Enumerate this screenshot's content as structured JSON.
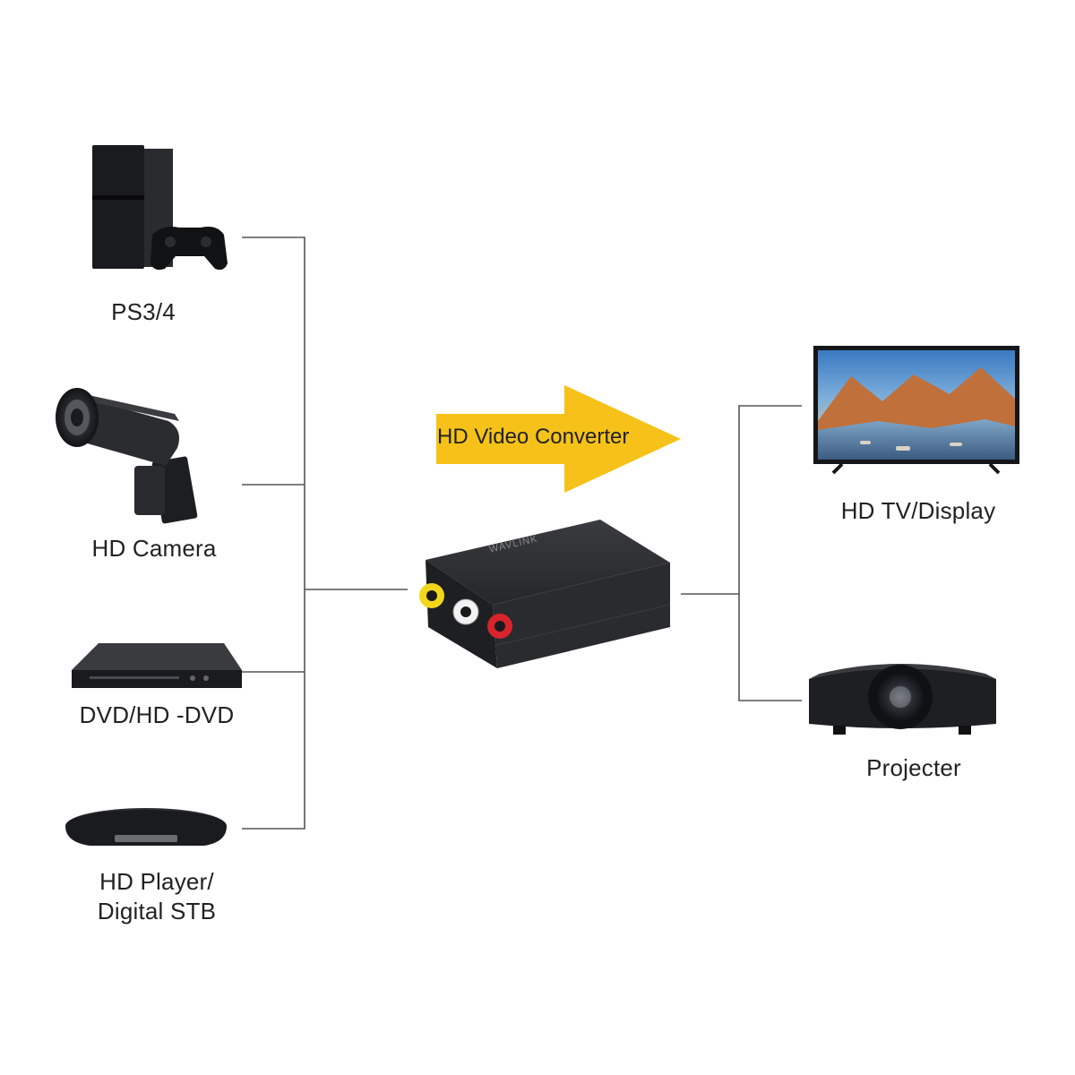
{
  "converter": {
    "arrow_label": "HD Video Converter",
    "brand": "WAVLINK",
    "arrow_color": "#f6c21a",
    "body_color": "#2a2b2e"
  },
  "inputs": [
    {
      "label": "PS3/4",
      "icon": "game-console-icon"
    },
    {
      "label": "HD Camera",
      "icon": "security-camera-icon"
    },
    {
      "label": "DVD/HD -DVD",
      "icon": "dvd-player-icon"
    },
    {
      "label_line1": "HD Player/",
      "label_line2": "Digital STB",
      "icon": "set-top-box-icon"
    }
  ],
  "outputs": [
    {
      "label": "HD TV/Display",
      "icon": "tv-icon"
    },
    {
      "label": "Projecter",
      "icon": "projector-icon"
    }
  ],
  "colors": {
    "line": "#555555",
    "text": "#222222",
    "rca_yellow": "#f2d61c",
    "rca_white": "#f2f2f2",
    "rca_red": "#d8242c"
  }
}
